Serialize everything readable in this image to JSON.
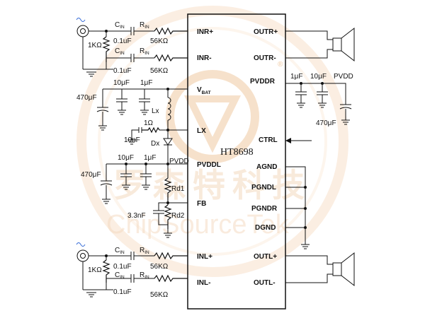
{
  "chip_name": "HT8698",
  "left_pins": {
    "inr_plus": "INR+",
    "inr_minus": "INR-",
    "vbat": "V",
    "vbat_sub": "BAT",
    "lx": "LX",
    "pvddl": "PVDDL",
    "fb": "FB",
    "inl_plus": "INL+",
    "inl_minus": "INL-"
  },
  "right_pins": {
    "outr_plus": "OUTR+",
    "outr_minus": "OUTR-",
    "pvddr": "PVDDR",
    "ctrl": "CTRL",
    "agnd": "AGND",
    "pgndl": "PGNDL",
    "pgndr": "PGNDR",
    "dgnd": "DGND",
    "outl_plus": "OUTL+",
    "outl_minus": "OUTL-"
  },
  "components": {
    "cin": "C",
    "cin_sub": "IN",
    "rin": "R",
    "rin_sub": "IN",
    "cin_value": "0.1uF",
    "rin_value": "56KΩ",
    "r_1k": "1KΩ",
    "c_10uf": "10μF",
    "c_1uf": "1μF",
    "c_470uf": "470μF",
    "lx_label": "Lx",
    "r_1ohm": "1Ω",
    "c_10nf": "10nF",
    "dx_label": "Dx",
    "pvdd_label": "PVDD",
    "rd1": "Rd1",
    "rd2": "Rd2",
    "c_3n3": "3.3nF"
  },
  "right_caps": {
    "c1": "1μF",
    "c2": "10μF",
    "pvdd": "PVDD",
    "c3": "470μF"
  },
  "watermark": {
    "cn": "罗森特科技",
    "en": "ChipSourceTek",
    "registered": "®"
  },
  "colors": {
    "line": "#111111",
    "signal": "#3a6ed8",
    "watermark": "#f4d9bf"
  }
}
